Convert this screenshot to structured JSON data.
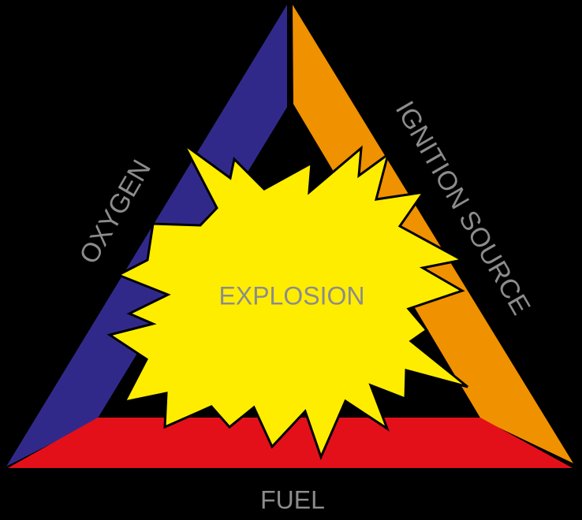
{
  "diagram": {
    "sides": {
      "left": "OXYGEN",
      "right": "IGNITION SOURCE",
      "bottom": "FUEL"
    },
    "center": "EXPLOSION"
  },
  "colors": {
    "background": "#000000",
    "oxygen": "#31298a",
    "ignition": "#f09100",
    "fuel": "#e3101a",
    "explosion": "#ffed00",
    "text": "#8c8c8c"
  }
}
